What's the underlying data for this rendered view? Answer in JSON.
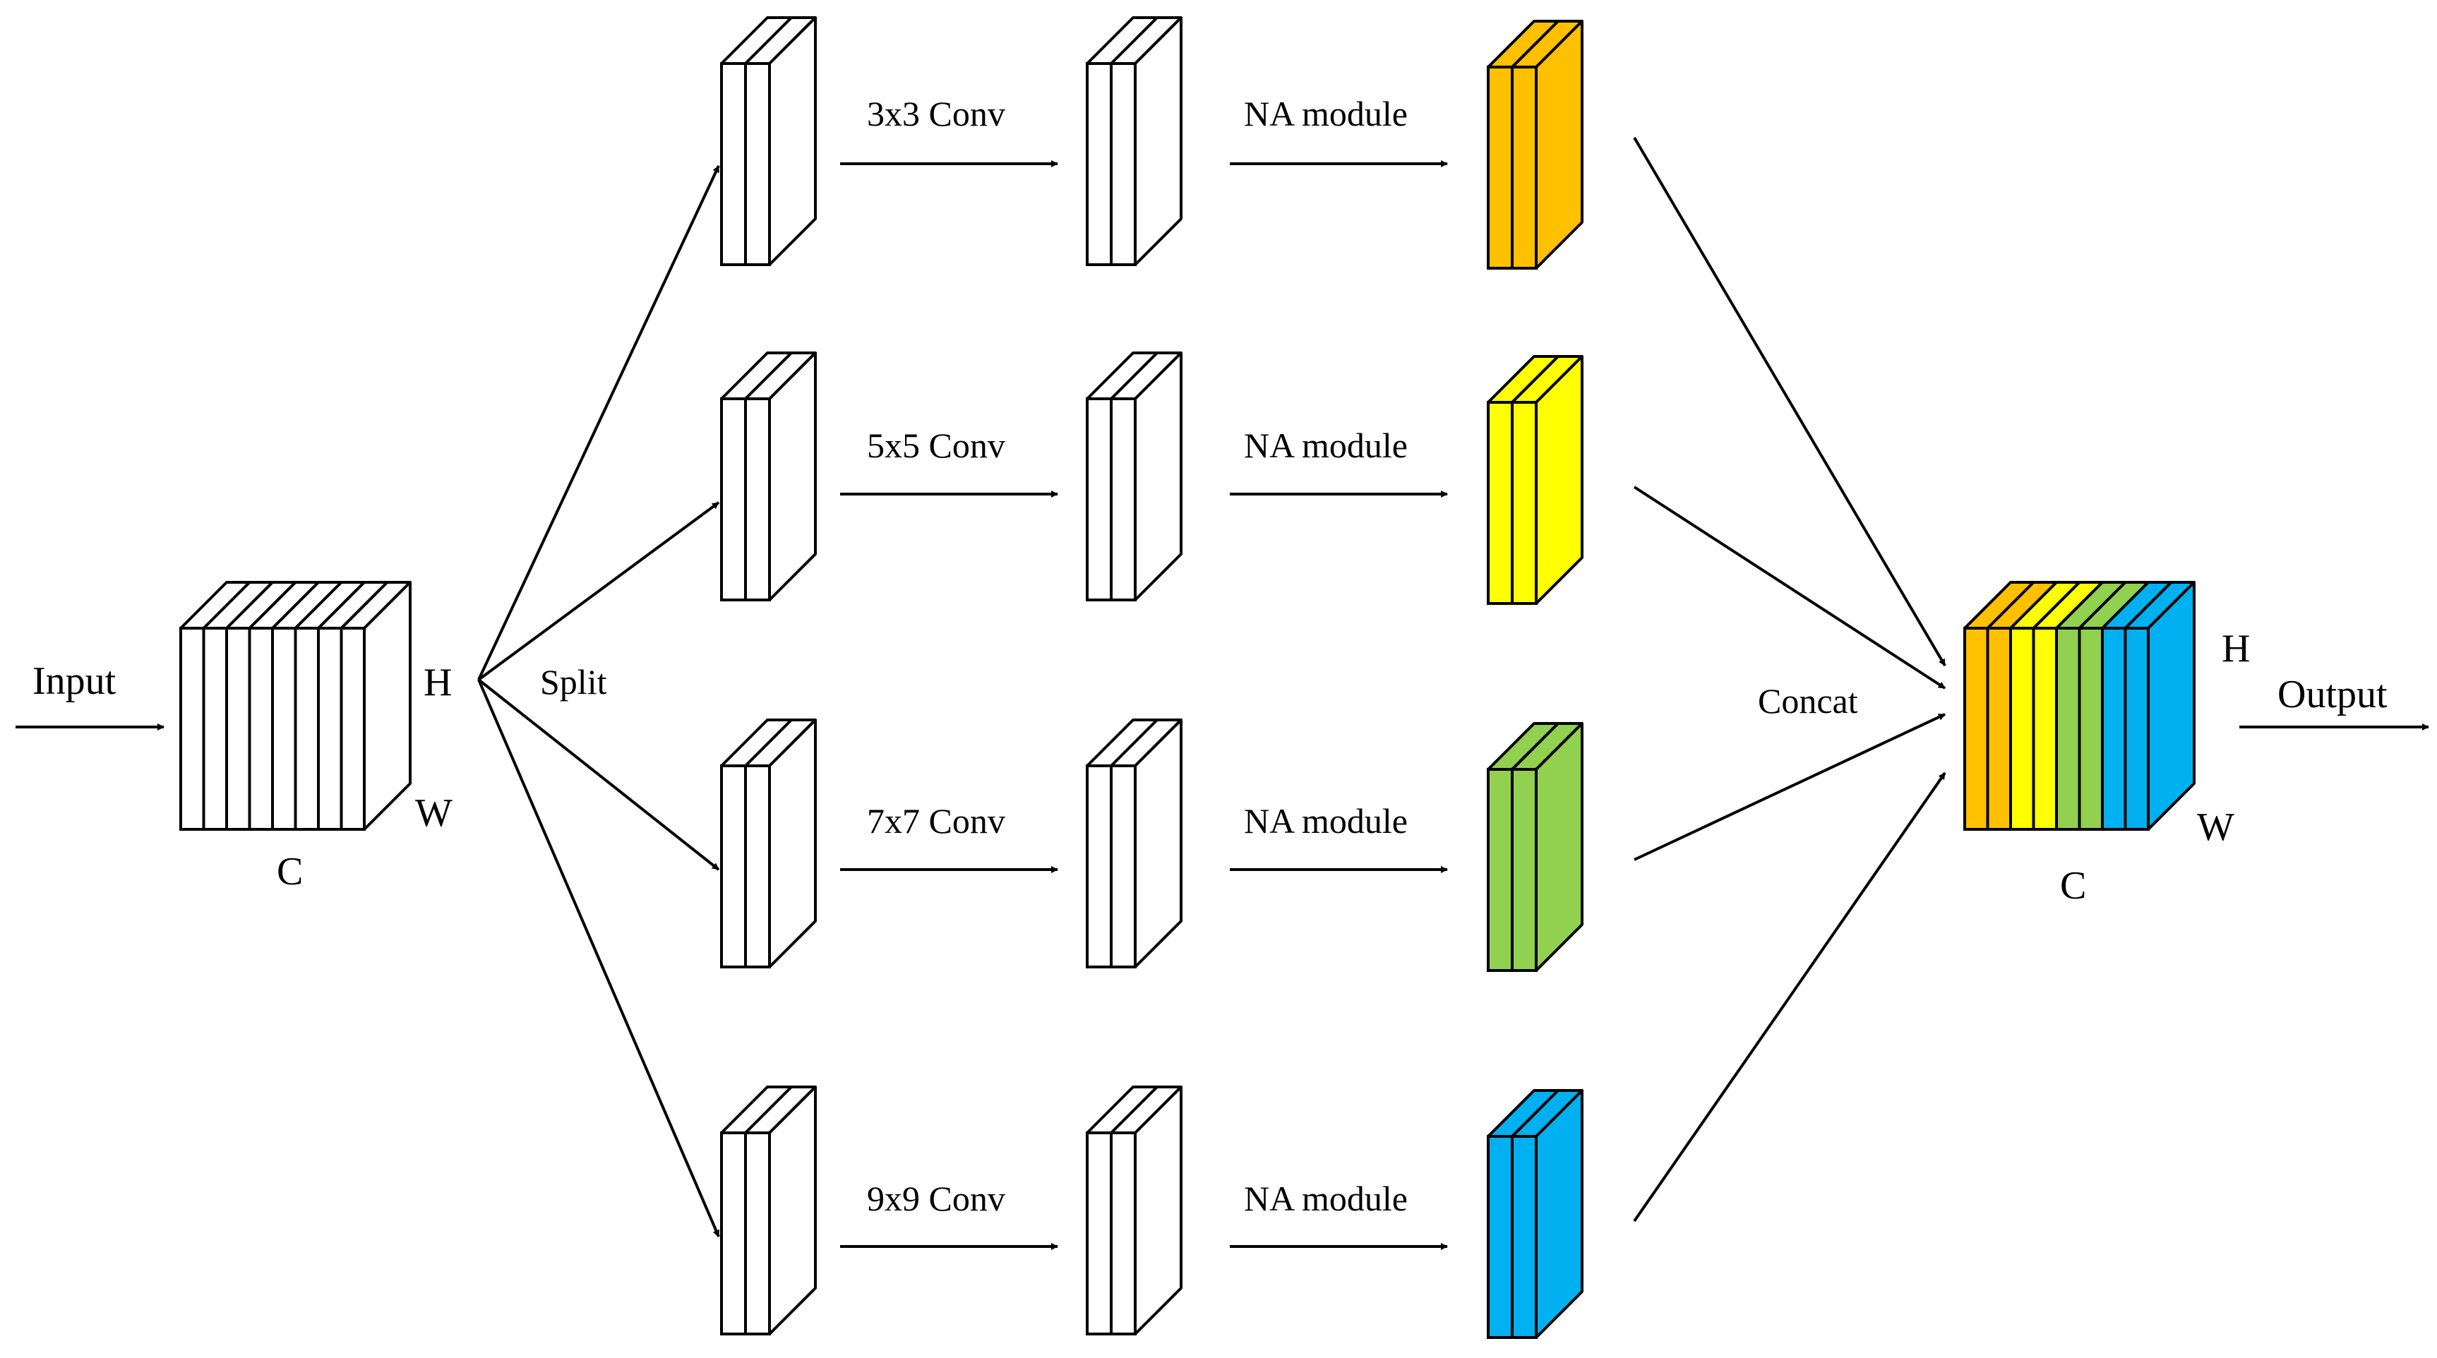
{
  "input": {
    "label": "Input"
  },
  "output": {
    "label": "Output"
  },
  "split": {
    "label": "Split"
  },
  "concat": {
    "label": "Concat"
  },
  "input_tensor": {
    "h": "H",
    "w": "W",
    "c": "C"
  },
  "output_tensor": {
    "h": "H",
    "w": "W",
    "c": "C"
  },
  "branches": [
    {
      "conv_label": "3x3 Conv",
      "na_label": "NA module",
      "color": "#FFC000"
    },
    {
      "conv_label": "5x5 Conv",
      "na_label": "NA module",
      "color": "#FFFF00"
    },
    {
      "conv_label": "7x7 Conv",
      "na_label": "NA module",
      "color": "#92D050"
    },
    {
      "conv_label": "9x9 Conv",
      "na_label": "NA module",
      "color": "#00B0F0"
    }
  ],
  "colors": {
    "stroke": "#000000",
    "empty_fill": "#FFFFFF"
  }
}
